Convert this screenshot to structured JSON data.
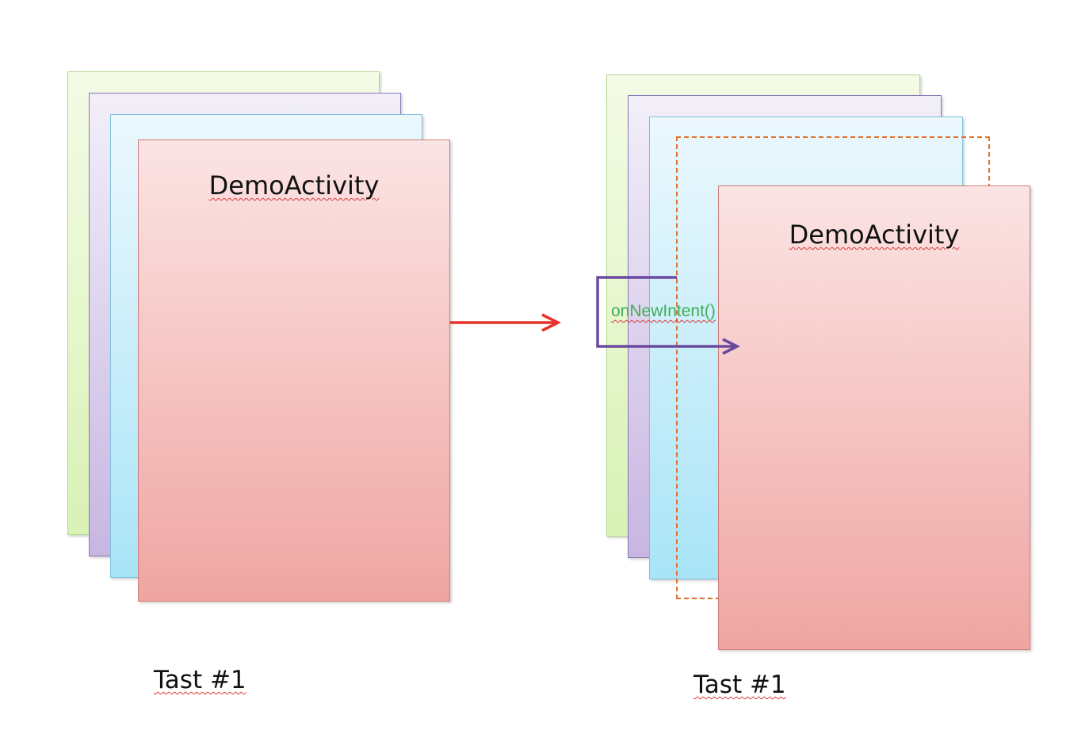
{
  "left_stack": {
    "card_label": "DemoActivity",
    "task_label": "Tast #1"
  },
  "right_stack": {
    "card_label": "DemoActivity",
    "task_label": "Tast #1",
    "method_label": "onNewIntent()"
  },
  "colors": {
    "transition_arrow": "#e8322b",
    "callback_arrow": "#6a4aa0",
    "dashed_outline": "#e2712e",
    "method_text": "#3fae5a"
  }
}
